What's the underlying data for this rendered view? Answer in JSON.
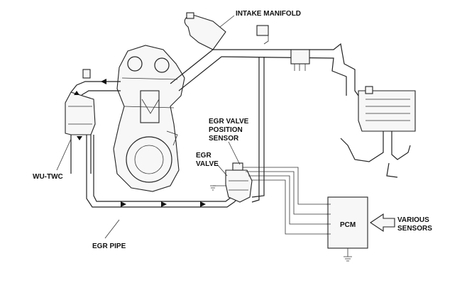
{
  "labels": {
    "intake_manifold": "INTAKE MANIFOLD",
    "egr_valve_position_sensor": [
      "EGR VALVE",
      "POSITION",
      "SENSOR"
    ],
    "egr_valve": [
      "EGR",
      "VALVE"
    ],
    "wu_twc": "WU-TWC",
    "egr_pipe": "EGR PIPE",
    "pcm": "PCM",
    "various_sensors": [
      "VARIOUS",
      "SENSORS"
    ]
  },
  "colors": {
    "line": "#222222",
    "background": "#ffffff",
    "fill": "#f7f7f7"
  }
}
